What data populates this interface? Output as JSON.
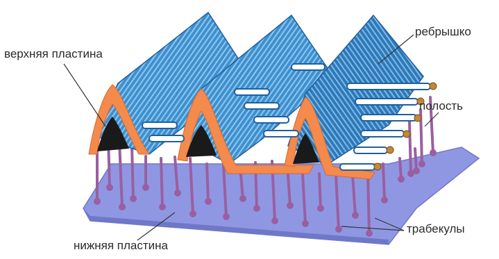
{
  "labels": {
    "top_plate": "верхняя пластина",
    "rib": "ребрышко",
    "cavity": "полость",
    "trabeculae": "трабекулы",
    "bottom_plate": "нижняя пластина"
  },
  "colors": {
    "ridge_blue": "#3f8fcf",
    "ridge_dark": "#1f5f9f",
    "ridge_stripe": "#8cc8ee",
    "plate_orange": "#f58a4d",
    "base_plate": "#8f97e3",
    "base_plate_edge": "#6f78c7",
    "trabecula": "#9a5fa0",
    "leader_line": "#333333"
  }
}
